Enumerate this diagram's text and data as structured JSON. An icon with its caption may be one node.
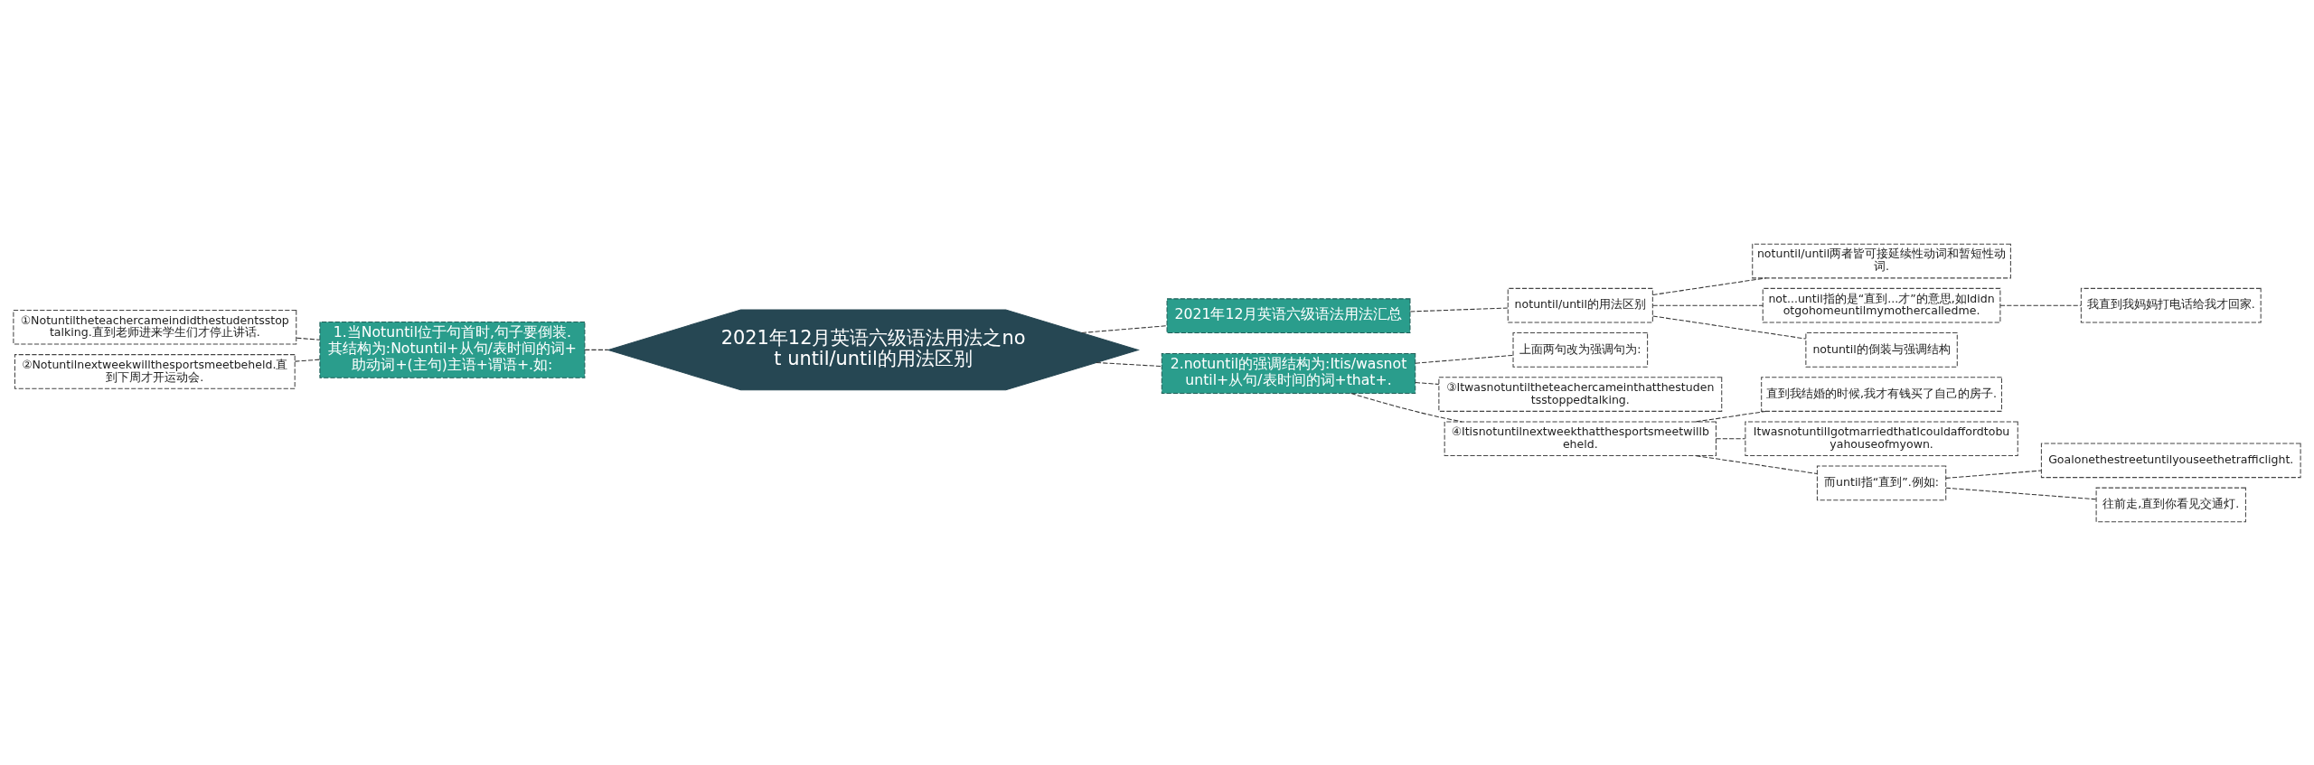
{
  "diagram": {
    "nodes": [
      {
        "text": [
          "2021年12月英语六级语法用法之not until/until的用法区别"
        ]
      },
      {
        "text": [
          "1.当Notuntil位于句首时,句子要倒装.其结构为:Notuntil+从句/表时间的词+助动词+(主句)主语+谓语+.如:"
        ]
      },
      {
        "text": [
          "①Notuntiltheteachercameindidthestudentsstoptalking.直到老师进来学生们才停止讲话."
        ]
      },
      {
        "text": [
          "②Notuntilnextweekwillthesportsmeetbeheld.直到下周才开运动会."
        ]
      },
      {
        "text": [
          "2021年12月英语六级语法用法汇总"
        ]
      },
      {
        "text": [
          "notuntil/until的用法区别"
        ]
      },
      {
        "text": [
          "notuntil/until两者皆可接延续性动词和暂短性动词."
        ]
      },
      {
        "text": [
          "not...until指的是“直到...才”的意思,如Ididnotgohomeuntilmymothercalledme."
        ]
      },
      {
        "text": [
          "我直到我妈妈打电话给我才回家."
        ]
      },
      {
        "text": [
          "notuntil的倒装与强调结构"
        ]
      },
      {
        "text": [
          "2.notuntil的强调结构为:Itis/wasnotuntil+从句/表时间的词+that+."
        ]
      },
      {
        "text": [
          "上面两句改为强调句为:"
        ]
      },
      {
        "text": [
          "③Itwasnotuntiltheteachercameinthatthestudentsstoppedtalking."
        ]
      },
      {
        "text": [
          "④Itisnotuntilnextweekthatthesportsmeetwillbeheld."
        ]
      },
      {
        "text": [
          "直到我结婚的时候,我才有钱买了自己的房子."
        ]
      },
      {
        "text": [
          "ItwasnotuntilIgotmarriedthatIcouldaffordtobuyahouseofmyown."
        ]
      },
      {
        "text": [
          "而until指“直到”.例如:"
        ]
      },
      {
        "text": [
          "Goalonethestreetuntilyouseethetrafficlight."
        ]
      },
      {
        "text": [
          "往前走,直到你看见交通灯."
        ]
      }
    ],
    "edges": [
      {
        "from": 0,
        "to": 1,
        "arrow": "none",
        "style": "dashed"
      },
      {
        "from": 1,
        "to": 2,
        "arrow": "none",
        "style": "dashed"
      },
      {
        "from": 1,
        "to": 3,
        "arrow": "none",
        "style": "dashed"
      },
      {
        "from": 0,
        "to": 4,
        "arrow": "none",
        "style": "dashed"
      },
      {
        "from": 4,
        "to": 5,
        "arrow": "none",
        "style": "dashed"
      },
      {
        "from": 5,
        "to": 6,
        "arrow": "none",
        "style": "dashed"
      },
      {
        "from": 5,
        "to": 7,
        "arrow": "none",
        "style": "dashed"
      },
      {
        "from": 7,
        "to": 8,
        "arrow": "none",
        "style": "dashed"
      },
      {
        "from": 5,
        "to": 9,
        "arrow": "none",
        "style": "dashed"
      },
      {
        "from": 0,
        "to": 10,
        "arrow": "none",
        "style": "dashed"
      },
      {
        "from": 10,
        "to": 11,
        "arrow": "none",
        "style": "dashed"
      },
      {
        "from": 10,
        "to": 12,
        "arrow": "none",
        "style": "dashed"
      },
      {
        "from": 10,
        "to": 13,
        "arrow": "none",
        "style": "dashed"
      },
      {
        "from": 13,
        "to": 14,
        "arrow": "none",
        "style": "dashed"
      },
      {
        "from": 13,
        "to": 15,
        "arrow": "none",
        "style": "dashed"
      },
      {
        "from": 13,
        "to": 16,
        "arrow": "none",
        "style": "dashed"
      },
      {
        "from": 16,
        "to": 17,
        "arrow": "none",
        "style": "dashed"
      },
      {
        "from": 16,
        "to": 18,
        "arrow": "none",
        "style": "dashed"
      }
    ]
  }
}
